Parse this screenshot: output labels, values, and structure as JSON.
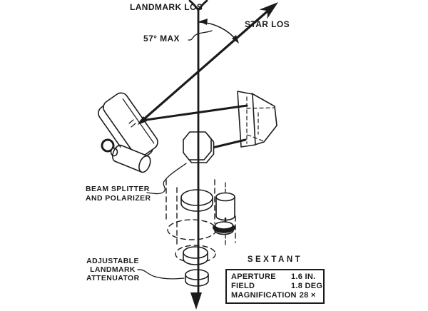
{
  "labels": {
    "landmark_los": "LANDMARK LOS",
    "star_los": "STAR LOS",
    "angle_max": "57° MAX",
    "beam_splitter": {
      "line1": "BEAM SPLITTER",
      "line2": "AND POLARIZER"
    },
    "attenuator": {
      "line1": "ADJUSTABLE",
      "line2": "LANDMARK",
      "line3": "ATTENUATOR"
    }
  },
  "spec_panel": {
    "title": "SEXTANT",
    "rows": [
      {
        "label": "APERTURE",
        "value": "1.6 IN."
      },
      {
        "label": "FIELD",
        "value": "1.8 DEG"
      },
      {
        "label": "MAGNIFICATION",
        "value": "28 ×"
      }
    ]
  },
  "colors": {
    "ink": "#1b1b1b",
    "background": "#ffffff"
  }
}
